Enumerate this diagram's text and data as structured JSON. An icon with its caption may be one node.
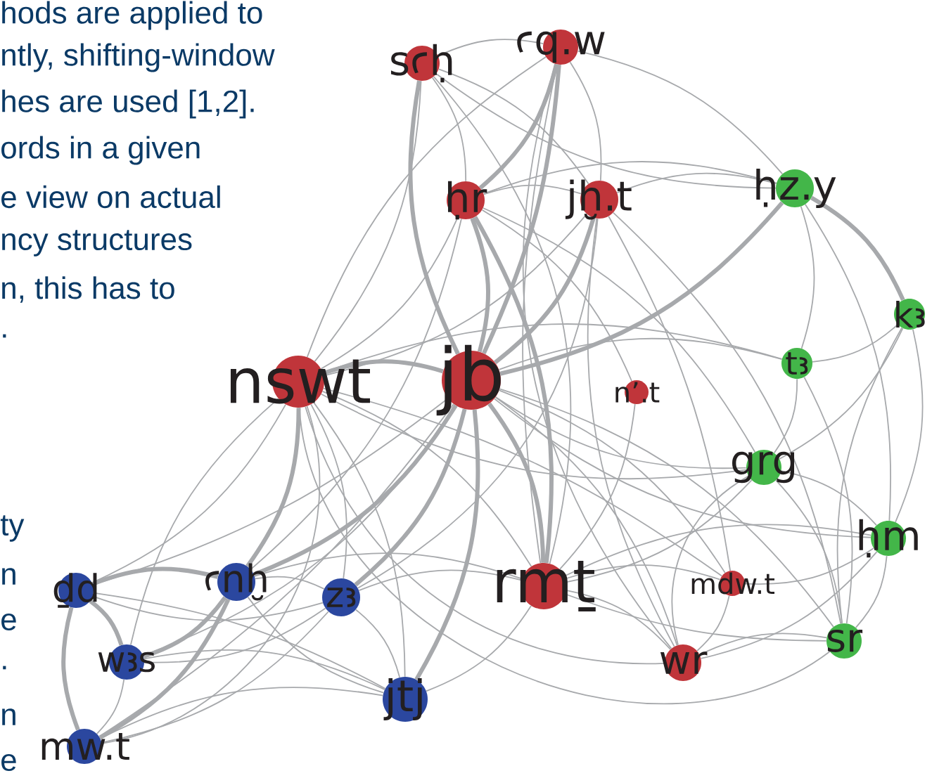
{
  "diagram": {
    "nodes": [
      {
        "text": [
          "sꜥḥ"
        ]
      },
      {
        "text": [
          "ꜥq.w"
        ]
      },
      {
        "text": [
          "ḥr"
        ]
      },
      {
        "text": [
          "jḫ.t"
        ]
      },
      {
        "text": [
          "ḥz.y"
        ]
      },
      {
        "text": [
          "kꜣ"
        ]
      },
      {
        "text": [
          "tꜣ"
        ]
      },
      {
        "text": [
          "nswt"
        ]
      },
      {
        "text": [
          "jb"
        ]
      },
      {
        "text": [
          "n’.t"
        ]
      },
      {
        "text": [
          "grg"
        ]
      },
      {
        "text": [
          "ḥm"
        ]
      },
      {
        "text": [
          "ḏd"
        ]
      },
      {
        "text": [
          "ꜥnḫ"
        ]
      },
      {
        "text": [
          "zꜣ"
        ]
      },
      {
        "text": [
          "rmṯ"
        ]
      },
      {
        "text": [
          "mdw.t"
        ]
      },
      {
        "text": [
          "wꜣs"
        ]
      },
      {
        "text": [
          "jtj"
        ]
      },
      {
        "text": [
          "wr"
        ]
      },
      {
        "text": [
          "sr"
        ]
      },
      {
        "text": [
          "mw.t"
        ]
      }
    ],
    "edges": [
      {
        "from": 0,
        "to": 1,
        "arrow": "none"
      },
      {
        "from": 0,
        "to": 2,
        "arrow": "none"
      },
      {
        "from": 0,
        "to": 3,
        "arrow": "none"
      },
      {
        "from": 0,
        "to": 4,
        "arrow": "none"
      },
      {
        "from": 0,
        "to": 7,
        "arrow": "none"
      },
      {
        "from": 0,
        "to": 8,
        "arrow": "none",
        "style": "thick"
      },
      {
        "from": 0,
        "to": 15,
        "arrow": "none"
      },
      {
        "from": 1,
        "to": 2,
        "arrow": "none",
        "style": "thick"
      },
      {
        "from": 1,
        "to": 3,
        "arrow": "none"
      },
      {
        "from": 1,
        "to": 8,
        "arrow": "none",
        "style": "thick"
      },
      {
        "from": 1,
        "to": 4,
        "arrow": "none"
      },
      {
        "from": 1,
        "to": 19,
        "arrow": "none"
      },
      {
        "from": 1,
        "to": 15,
        "arrow": "none"
      },
      {
        "from": 1,
        "to": 7,
        "arrow": "none"
      },
      {
        "from": 2,
        "to": 3,
        "arrow": "none"
      },
      {
        "from": 2,
        "to": 4,
        "arrow": "none"
      },
      {
        "from": 2,
        "to": 8,
        "arrow": "none",
        "style": "thick"
      },
      {
        "from": 2,
        "to": 15,
        "arrow": "none",
        "style": "thick"
      },
      {
        "from": 2,
        "to": 7,
        "arrow": "none"
      },
      {
        "from": 2,
        "to": 10,
        "arrow": "none"
      },
      {
        "from": 2,
        "to": 9,
        "arrow": "none"
      },
      {
        "from": 2,
        "to": 13,
        "arrow": "none"
      },
      {
        "from": 3,
        "to": 4,
        "arrow": "none"
      },
      {
        "from": 3,
        "to": 8,
        "arrow": "none",
        "style": "thick"
      },
      {
        "from": 3,
        "to": 19,
        "arrow": "none"
      },
      {
        "from": 3,
        "to": 16,
        "arrow": "none"
      },
      {
        "from": 3,
        "to": 20,
        "arrow": "none"
      },
      {
        "from": 3,
        "to": 7,
        "arrow": "none"
      },
      {
        "from": 3,
        "to": 14,
        "arrow": "none"
      },
      {
        "from": 4,
        "to": 5,
        "arrow": "none",
        "style": "thick"
      },
      {
        "from": 4,
        "to": 8,
        "arrow": "none",
        "style": "thick"
      },
      {
        "from": 4,
        "to": 6,
        "arrow": "none"
      },
      {
        "from": 4,
        "to": 11,
        "arrow": "none"
      },
      {
        "from": 5,
        "to": 6,
        "arrow": "none"
      },
      {
        "from": 5,
        "to": 10,
        "arrow": "none"
      },
      {
        "from": 5,
        "to": 11,
        "arrow": "none"
      },
      {
        "from": 5,
        "to": 20,
        "arrow": "none"
      },
      {
        "from": 6,
        "to": 10,
        "arrow": "none"
      },
      {
        "from": 6,
        "to": 20,
        "arrow": "none"
      },
      {
        "from": 6,
        "to": 7,
        "arrow": "none"
      },
      {
        "from": 6,
        "to": 8,
        "arrow": "none"
      },
      {
        "from": 7,
        "to": 8,
        "arrow": "none",
        "style": "thick"
      },
      {
        "from": 7,
        "to": 13,
        "arrow": "none",
        "style": "thick"
      },
      {
        "from": 7,
        "to": 12,
        "arrow": "none"
      },
      {
        "from": 7,
        "to": 14,
        "arrow": "none"
      },
      {
        "from": 7,
        "to": 18,
        "arrow": "none"
      },
      {
        "from": 7,
        "to": 15,
        "arrow": "none"
      },
      {
        "from": 7,
        "to": 10,
        "arrow": "none"
      },
      {
        "from": 7,
        "to": 19,
        "arrow": "none"
      },
      {
        "from": 7,
        "to": 16,
        "arrow": "none"
      },
      {
        "from": 7,
        "to": 17,
        "arrow": "none"
      },
      {
        "from": 7,
        "to": 20,
        "arrow": "none"
      },
      {
        "from": 7,
        "to": 21,
        "arrow": "none"
      },
      {
        "from": 8,
        "to": 15,
        "arrow": "none",
        "style": "thick"
      },
      {
        "from": 8,
        "to": 13,
        "arrow": "none",
        "style": "thick"
      },
      {
        "from": 8,
        "to": 14,
        "arrow": "none",
        "style": "thick"
      },
      {
        "from": 8,
        "to": 18,
        "arrow": "none",
        "style": "thick"
      },
      {
        "from": 8,
        "to": 17,
        "arrow": "none"
      },
      {
        "from": 8,
        "to": 12,
        "arrow": "none"
      },
      {
        "from": 8,
        "to": 21,
        "arrow": "none"
      },
      {
        "from": 8,
        "to": 10,
        "arrow": "none"
      },
      {
        "from": 8,
        "to": 11,
        "arrow": "none"
      },
      {
        "from": 8,
        "to": 20,
        "arrow": "none"
      },
      {
        "from": 8,
        "to": 19,
        "arrow": "none"
      },
      {
        "from": 8,
        "to": 16,
        "arrow": "none"
      },
      {
        "from": 9,
        "to": 15,
        "arrow": "none"
      },
      {
        "from": 10,
        "to": 15,
        "arrow": "none"
      },
      {
        "from": 10,
        "to": 11,
        "arrow": "none"
      },
      {
        "from": 10,
        "to": 20,
        "arrow": "none"
      },
      {
        "from": 10,
        "to": 19,
        "arrow": "none"
      },
      {
        "from": 11,
        "to": 15,
        "arrow": "none"
      },
      {
        "from": 11,
        "to": 16,
        "arrow": "none"
      },
      {
        "from": 11,
        "to": 20,
        "arrow": "none"
      },
      {
        "from": 11,
        "to": 19,
        "arrow": "none"
      },
      {
        "from": 12,
        "to": 13,
        "arrow": "none",
        "style": "thick"
      },
      {
        "from": 12,
        "to": 17,
        "arrow": "none",
        "style": "thick"
      },
      {
        "from": 12,
        "to": 21,
        "arrow": "none",
        "style": "thick"
      },
      {
        "from": 12,
        "to": 14,
        "arrow": "none"
      },
      {
        "from": 12,
        "to": 18,
        "arrow": "none"
      },
      {
        "from": 13,
        "to": 17,
        "arrow": "none",
        "style": "thick"
      },
      {
        "from": 13,
        "to": 21,
        "arrow": "none",
        "style": "thick"
      },
      {
        "from": 13,
        "to": 14,
        "arrow": "none"
      },
      {
        "from": 13,
        "to": 18,
        "arrow": "none"
      },
      {
        "from": 13,
        "to": 15,
        "arrow": "none"
      },
      {
        "from": 14,
        "to": 17,
        "arrow": "none"
      },
      {
        "from": 14,
        "to": 21,
        "arrow": "none"
      },
      {
        "from": 14,
        "to": 18,
        "arrow": "none"
      },
      {
        "from": 14,
        "to": 15,
        "arrow": "none"
      },
      {
        "from": 15,
        "to": 18,
        "arrow": "none"
      },
      {
        "from": 15,
        "to": 16,
        "arrow": "none"
      },
      {
        "from": 15,
        "to": 19,
        "arrow": "none"
      },
      {
        "from": 15,
        "to": 20,
        "arrow": "none"
      },
      {
        "from": 19,
        "to": 20,
        "arrow": "none"
      },
      {
        "from": 16,
        "to": 19,
        "arrow": "none"
      },
      {
        "from": 17,
        "to": 18,
        "arrow": "none"
      },
      {
        "from": 17,
        "to": 21,
        "arrow": "none"
      },
      {
        "from": 21,
        "to": 18,
        "arrow": "none"
      }
    ],
    "labels": [
      "hods are applied to",
      "ntly, shifting-window",
      "hes are used [1,2].",
      "ords in a given",
      "e view on actual",
      "ncy structures",
      "n, this has to",
      ".",
      "ty",
      "n",
      "e",
      ".",
      "n",
      "e"
    ]
  }
}
